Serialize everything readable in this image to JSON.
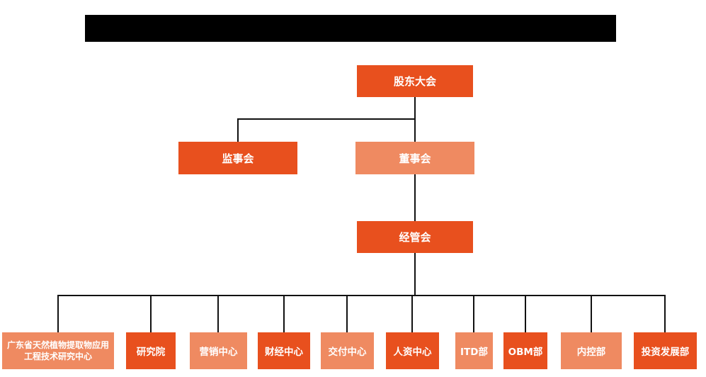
{
  "colors": {
    "primary": "#E8501E",
    "secondary": "#EF8A61",
    "connector": "#111111",
    "node-text": "#FFFFFF",
    "redacted-bar": "#000000"
  },
  "org_chart": {
    "shareholders": {
      "label": "股东大会",
      "tone": "primary"
    },
    "supervisory": {
      "label": "监事会",
      "tone": "primary"
    },
    "board": {
      "label": "董事会",
      "tone": "secondary"
    },
    "management": {
      "label": "经管会",
      "tone": "primary"
    },
    "departments": [
      {
        "label": "广东省天然植物提取物应用工程技术研究中心",
        "tone": "secondary"
      },
      {
        "label": "研究院",
        "tone": "primary"
      },
      {
        "label": "营销中心",
        "tone": "secondary"
      },
      {
        "label": "财经中心",
        "tone": "primary"
      },
      {
        "label": "交付中心",
        "tone": "secondary"
      },
      {
        "label": "人资中心",
        "tone": "primary"
      },
      {
        "label": "ITD部",
        "tone": "secondary"
      },
      {
        "label": "OBM部",
        "tone": "primary"
      },
      {
        "label": "内控部",
        "tone": "secondary"
      },
      {
        "label": "投资发展部",
        "tone": "primary"
      }
    ]
  }
}
